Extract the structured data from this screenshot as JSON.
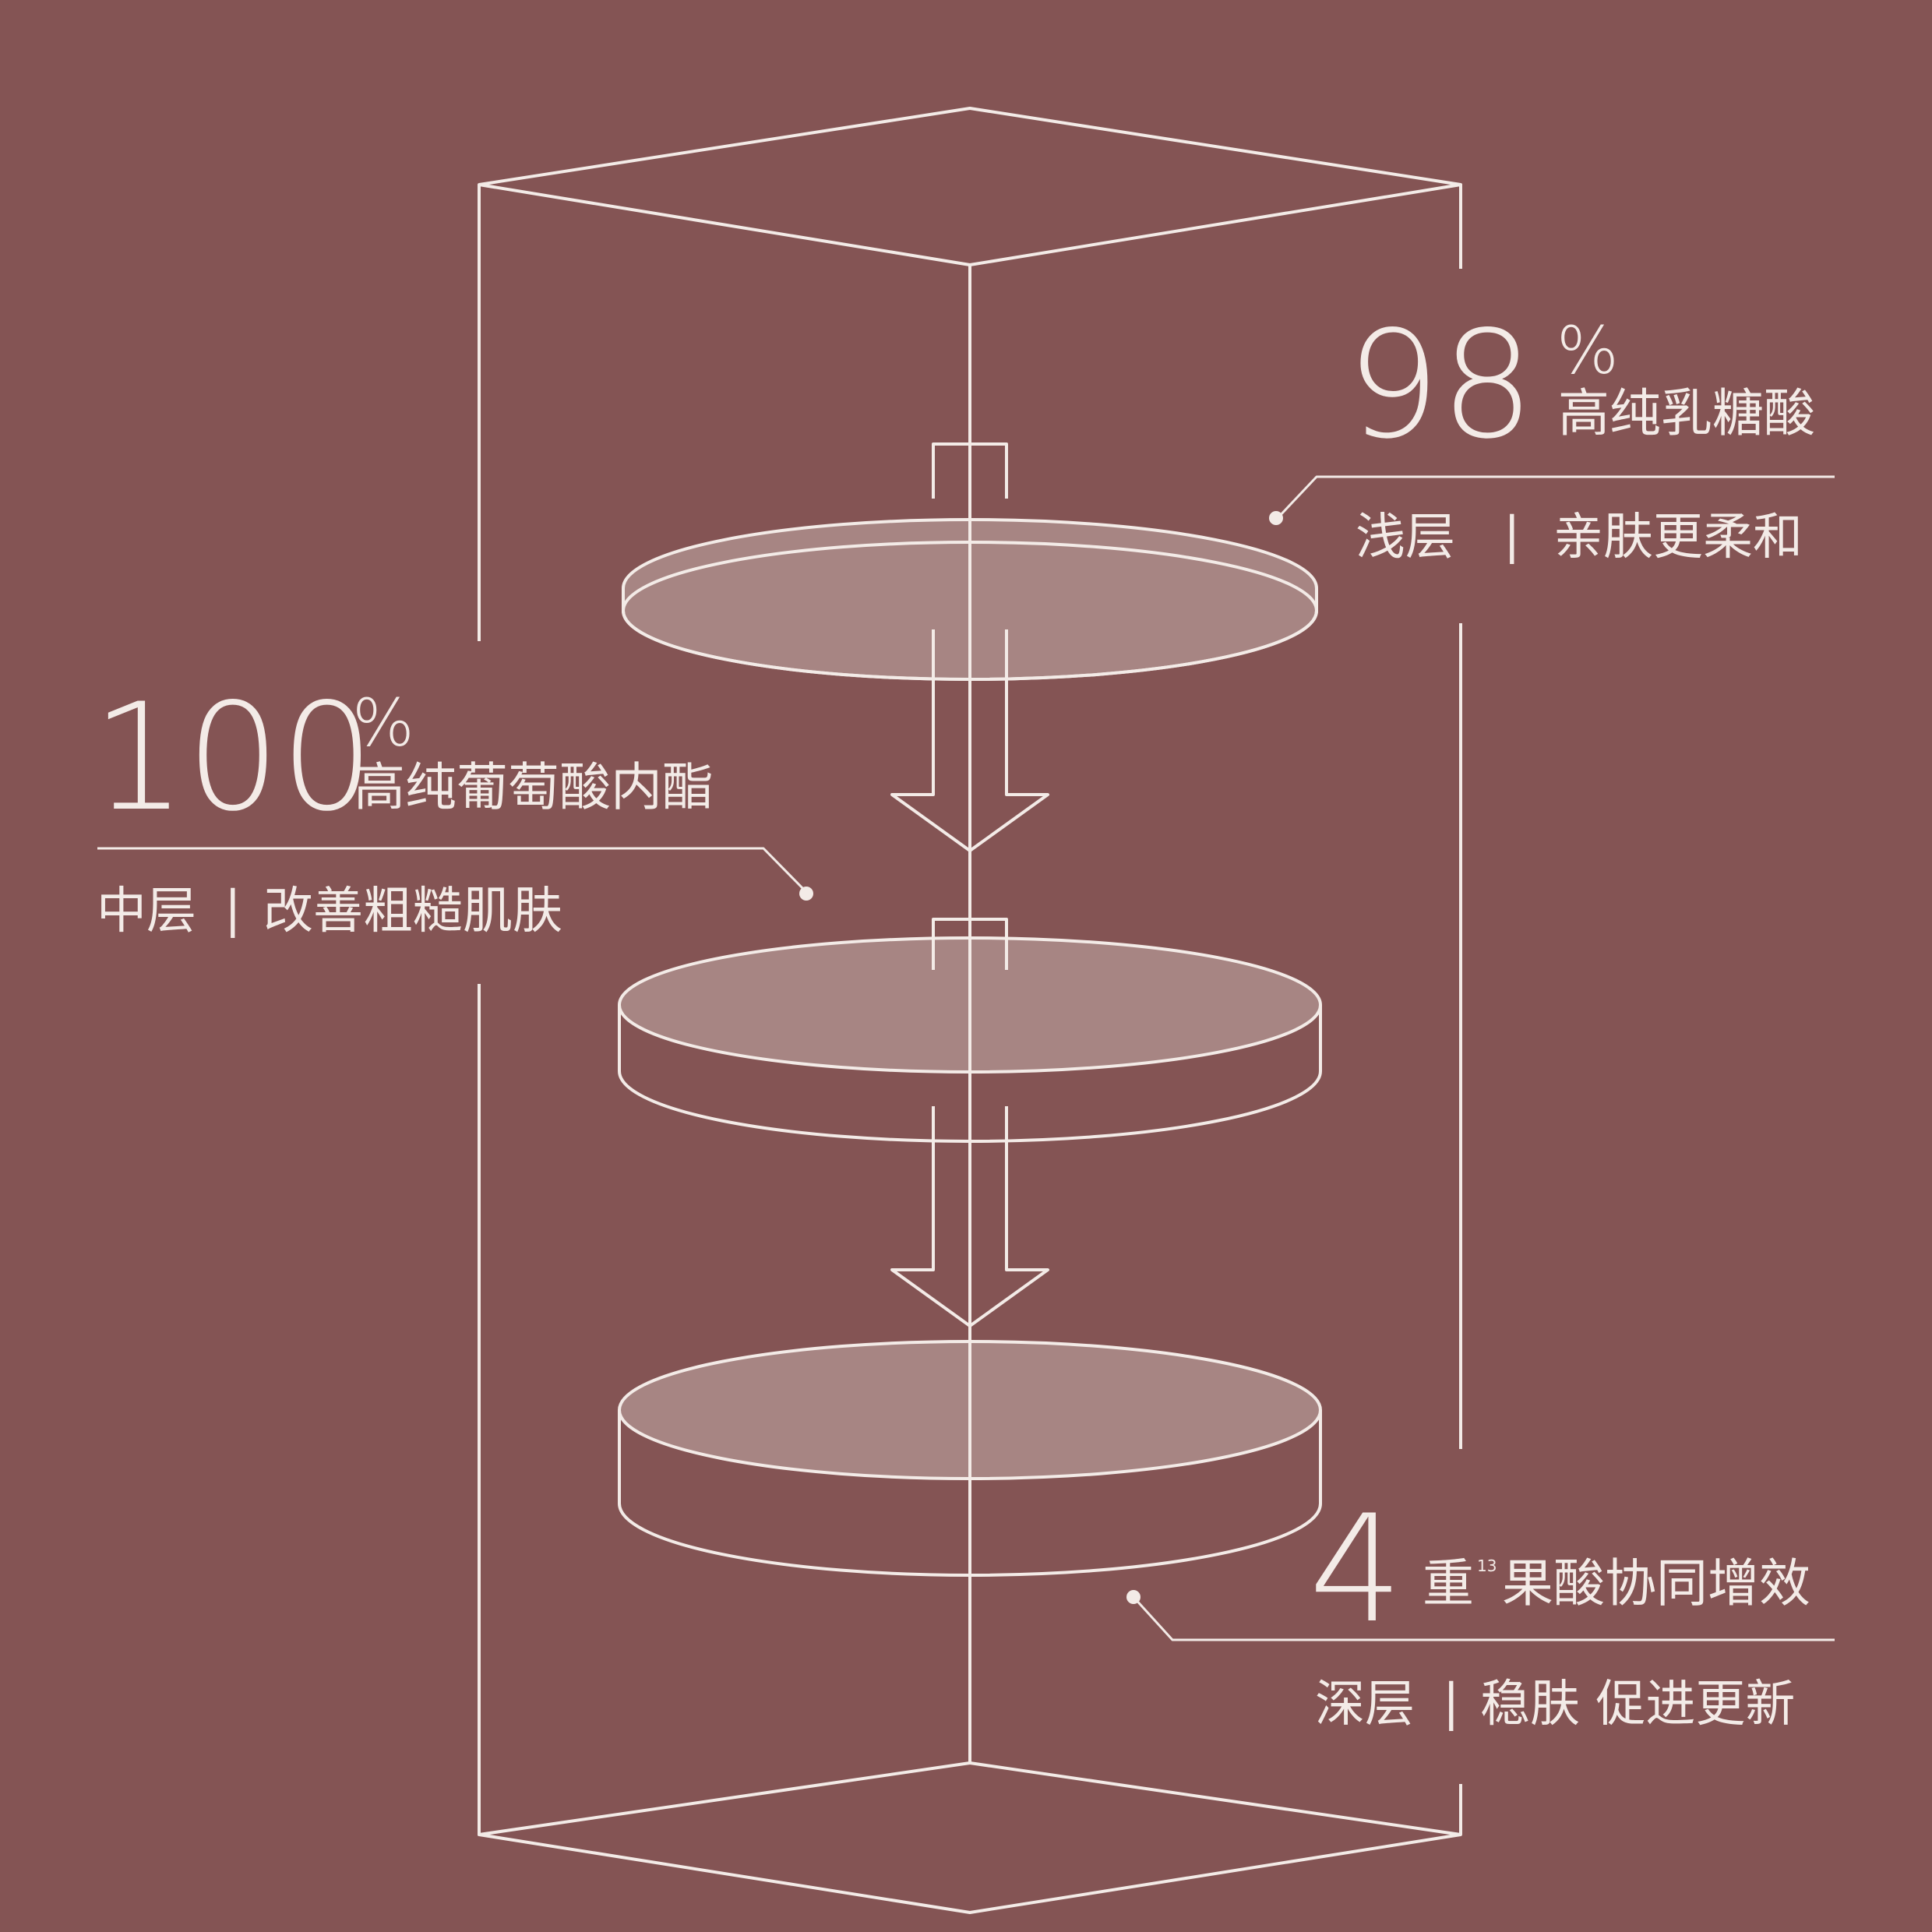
{
  "background_color": "#845454",
  "line_color": "#f3ebe7",
  "disc_fill_color": "#a78583",
  "layers": [
    {
      "key": "top",
      "number": "98",
      "unit": "%",
      "name": "高纯乳糖酸",
      "depth": "浅层",
      "separator": "|",
      "benefit": "亲肤更柔和"
    },
    {
      "key": "middle",
      "number": "100",
      "unit": "%",
      "name": "高纯葡萄酸内酯",
      "depth": "中层",
      "separator": "|",
      "benefit": "改善粗糙肌肤"
    },
    {
      "key": "bottom",
      "number": "4",
      "name_prefix": "重",
      "footnote": "13",
      "name": "果酸协同增效",
      "depth": "深层",
      "separator": "|",
      "benefit": "稳肤 促进更新"
    }
  ]
}
